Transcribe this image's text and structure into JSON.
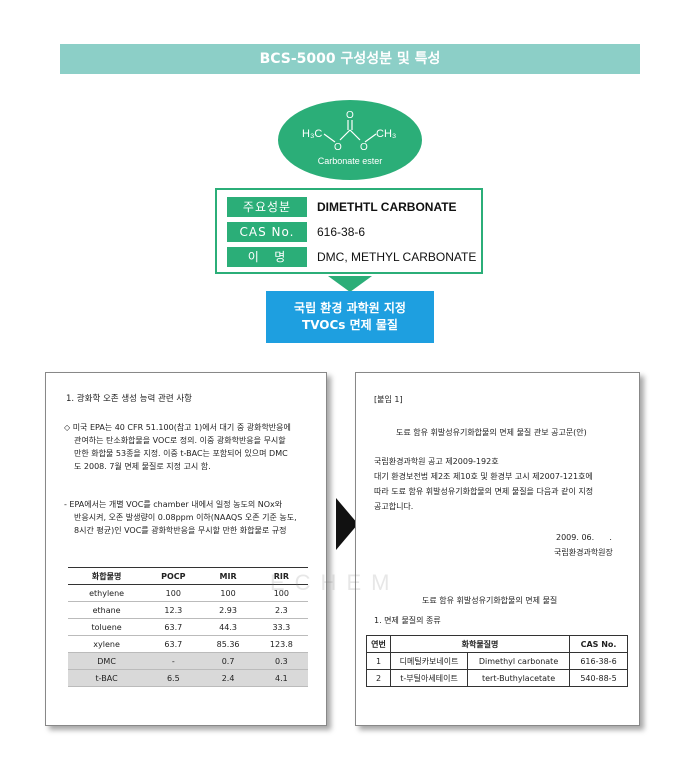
{
  "banner": {
    "title": "BCS-5000 구성성분 및 특성"
  },
  "molecule": {
    "left_group": "H₃C",
    "right_group": "CH₃",
    "o_left": "O",
    "o_right": "O",
    "o_top": "O",
    "caption": "Carbonate ester"
  },
  "info": {
    "rows": [
      {
        "label": "주요성분",
        "value": "DIMETHTL CARBONATE"
      },
      {
        "label": "CAS No.",
        "value": "616-38-6"
      },
      {
        "label": "이   명",
        "value": "DMC, METHYL CARBONATE"
      }
    ]
  },
  "certification": {
    "line1": "국립 환경 과학원 지정",
    "line2": "TVOCs 면제 물질"
  },
  "left_doc": {
    "heading": "1. 광화학 오존 생성 능력 관련 사항",
    "para1": [
      "◇ 미국 EPA는 40 CFR 51.100(참고 1)에서 대기 중 광화학반응에",
      "관여하는 탄소화합물을 VOC로 정의. 이중 광화학반응을 무시할",
      "만한 화합물 53종을 지정. 이중 t-BAC는 포함되어 있으며 DMC",
      "도 2008. 7월 면제 물질로 지정 고시 함."
    ],
    "para2": [
      "- EPA에서는 개별 VOC를 chamber 내에서 일정 농도의 NOx와",
      "반응시켜, 오존 발생량이 0.08ppm 이하(NAAQS 오존 기준 농도,",
      "8시간 평균)인 VOC를 광화학반응을 무시할 만한 화합물로 규정"
    ],
    "table": {
      "headers": [
        "화합물명",
        "POCP",
        "MIR",
        "RIR"
      ],
      "rows": [
        [
          "ethylene",
          "100",
          "100",
          "100"
        ],
        [
          "ethane",
          "12.3",
          "2.93",
          "2.3"
        ],
        [
          "toluene",
          "63.7",
          "44.3",
          "33.3"
        ],
        [
          "xylene",
          "63.7",
          "85.36",
          "123.8"
        ],
        [
          "DMC",
          "-",
          "0.7",
          "0.3"
        ],
        [
          "t-BAC",
          "6.5",
          "2.4",
          "4.1"
        ]
      ]
    }
  },
  "right_doc": {
    "attachment": "[붙임 1]",
    "title": "도료 함유 휘발성유기화합물의 면제 물질 관보 공고문(안)",
    "notice_no": "국립환경과학원 공고 제2009-192호",
    "body": [
      "대기 환경보전법 제2조 제10호 및 환경부 고시 제2007-121호에",
      "따라 도료 함유 휘발성유기화합물의 면제 물질을 다음과 같이 지정",
      "공고합니다."
    ],
    "date": "2009. 06.      .",
    "issuer": "국립환경과학원장",
    "subtitle": "도료 함유 휘발성유기화합물의 면제 물질",
    "section": "1. 면제 물질의 종류",
    "table": {
      "headers": [
        "연번",
        "화학물질명",
        "CAS No."
      ],
      "rows": [
        [
          "1",
          "디메틸카보네이트",
          "Dimethyl carbonate",
          "616-38-6"
        ],
        [
          "2",
          "t-부틸아세테이트",
          "tert-Buthylacetate",
          "540-88-5"
        ]
      ]
    }
  },
  "watermark": "ECHEM"
}
